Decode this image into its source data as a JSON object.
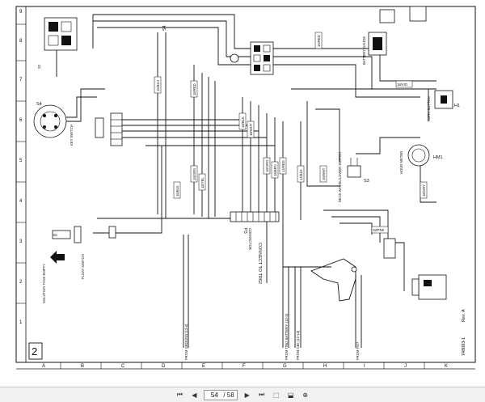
{
  "sheet": {
    "number": "2",
    "drawing_no": "748083-1",
    "rev": "Rev. A",
    "col_labels": [
      "A",
      "B",
      "C",
      "D",
      "E",
      "F",
      "G",
      "H",
      "I",
      "J",
      "K"
    ],
    "row_labels": [
      "1",
      "2",
      "3",
      "4",
      "5",
      "6",
      "7",
      "8",
      "9"
    ]
  },
  "components": {
    "key_switch": "KEY SWITCH",
    "battery_gauge": "BATTERY GAUGE",
    "horn_button": "HORN BUTTON",
    "horn": "HORN",
    "hour_meter": "HOUR METER",
    "s4": "S4",
    "s3": "S3",
    "s2": "S2",
    "h1": "H1",
    "hm1": "HM1",
    "b1": "B1",
    "p3": "P3",
    "p3_desc": "CONNECTOR",
    "connect_to": "CONNECT TO TR62",
    "float_switch": "FLOAT SWITCH",
    "solution_tank": "SOLUTION TANK EMPTY",
    "deck_sw": "DECK WHEEL/LOWER SWITCH"
  },
  "wire_tags": [
    "16/BLU",
    "18/RED",
    "18/GRN",
    "18/YEL",
    "18/BLK",
    "18/WHT",
    "18/ORG",
    "18/BRN",
    "14/RED",
    "14/BLK",
    "16/WHT",
    "16/RED",
    "18/VIO",
    "18/GRY",
    "16/BLK",
    "18/PNK"
  ],
  "bottom_notes": [
    "FROM GROUND (12-4)",
    "FROM TR62 BATTERY- (12-3)",
    "FROM FS/7",
    "FROM CB2 (12-13)"
  ],
  "viewer": {
    "page_current": "54",
    "page_total": "/ 58"
  }
}
